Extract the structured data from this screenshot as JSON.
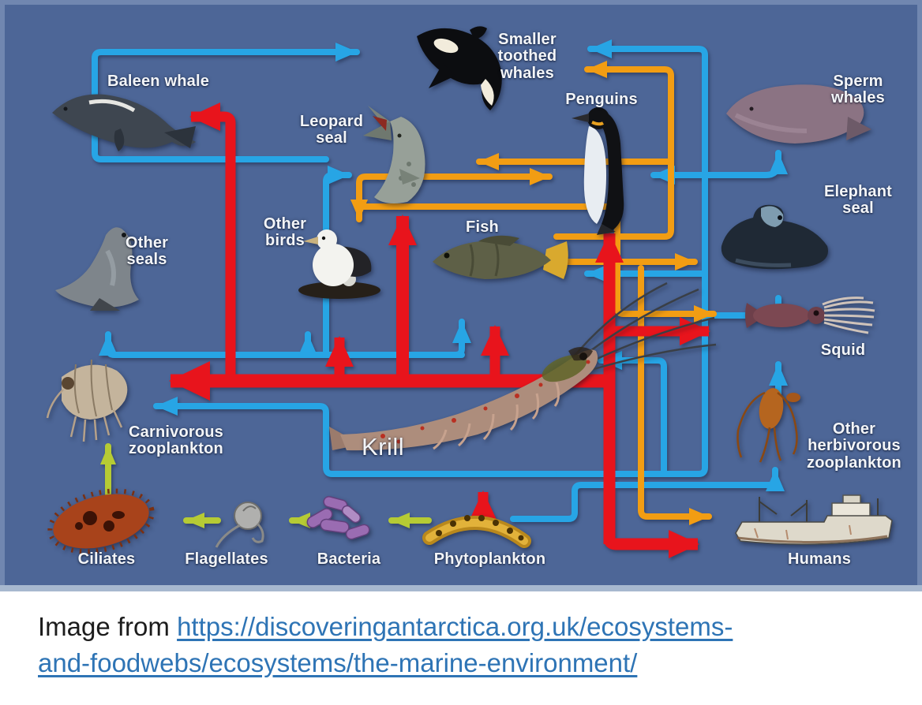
{
  "diagram": {
    "background_color": "#4d6697",
    "arrow_colors": {
      "krill_flow": "#e8141c",
      "blue_flow": "#27a5e5",
      "orange_flow": "#f29d13",
      "microbial_loop": "#b6cb34"
    },
    "nodes": {
      "baleen_whale": {
        "label": "Baleen whale"
      },
      "smaller_toothed_whales": {
        "label": "Smaller\ntoothed\nwhales"
      },
      "penguins": {
        "label": "Penguins"
      },
      "sperm_whales": {
        "label": "Sperm\nwhales"
      },
      "elephant_seal": {
        "label": "Elephant\nseal"
      },
      "leopard_seal": {
        "label": "Leopard\nseal"
      },
      "other_seals": {
        "label": "Other\nseals"
      },
      "other_birds": {
        "label": "Other\nbirds"
      },
      "fish": {
        "label": "Fish"
      },
      "squid": {
        "label": "Squid"
      },
      "krill": {
        "label": "Krill"
      },
      "carnivorous_zooplankton": {
        "label": "Carnivorous\nzooplankton"
      },
      "other_herbivorous_zooplankton": {
        "label": "Other\nherbivorous\nzooplankton"
      },
      "ciliates": {
        "label": "Ciliates"
      },
      "flagellates": {
        "label": "Flagellates"
      },
      "bacteria": {
        "label": "Bacteria"
      },
      "phytoplankton": {
        "label": "Phytoplankton"
      },
      "humans": {
        "label": "Humans"
      }
    },
    "edges": [
      {
        "from": "phytoplankton",
        "to": "krill",
        "color": "red"
      },
      {
        "from": "krill",
        "to": "carnivorous_zooplankton",
        "color": "red"
      },
      {
        "from": "krill",
        "to": "baleen_whale",
        "color": "red"
      },
      {
        "from": "krill",
        "to": "other_seals",
        "color": "red"
      },
      {
        "from": "krill",
        "to": "other_birds",
        "color": "red"
      },
      {
        "from": "krill",
        "to": "leopard_seal",
        "color": "red"
      },
      {
        "from": "krill",
        "to": "fish",
        "color": "red"
      },
      {
        "from": "krill",
        "to": "penguins",
        "color": "red"
      },
      {
        "from": "krill",
        "to": "squid",
        "color": "red"
      },
      {
        "from": "krill",
        "to": "humans",
        "color": "red"
      },
      {
        "from": "baleen_whale",
        "to": "smaller_toothed_whales",
        "color": "blue"
      },
      {
        "from": "squid",
        "to": "smaller_toothed_whales",
        "color": "blue"
      },
      {
        "from": "squid",
        "to": "penguins",
        "color": "blue"
      },
      {
        "from": "squid",
        "to": "sperm_whales",
        "color": "blue"
      },
      {
        "from": "squid",
        "to": "elephant_seal",
        "color": "blue"
      },
      {
        "from": "other_herbivorous_zooplankton",
        "to": "squid",
        "color": "blue"
      },
      {
        "from": "phytoplankton",
        "to": "other_herbivorous_zooplankton",
        "color": "blue"
      },
      {
        "from": "other_herbivorous_zooplankton",
        "to": "fish",
        "color": "blue"
      },
      {
        "from": "other_herbivorous_zooplankton",
        "to": "krill",
        "color": "blue"
      },
      {
        "from": "other_herbivorous_zooplankton",
        "to": "carnivorous_zooplankton",
        "color": "blue"
      },
      {
        "from": "fish",
        "to": "other_seals",
        "color": "blue"
      },
      {
        "from": "squid",
        "to": "other_birds",
        "color": "blue"
      },
      {
        "from": "fish",
        "to": "leopard_seal",
        "color": "blue"
      },
      {
        "from": "fish",
        "to": "smaller_toothed_whales",
        "color": "orange"
      },
      {
        "from": "fish",
        "to": "leopard_seal",
        "color": "orange"
      },
      {
        "from": "fish",
        "to": "penguins",
        "color": "orange"
      },
      {
        "from": "fish",
        "to": "other_birds",
        "color": "orange"
      },
      {
        "from": "fish",
        "to": "squid",
        "color": "orange"
      },
      {
        "from": "fish",
        "to": "elephant_seal",
        "color": "orange"
      },
      {
        "from": "fish",
        "to": "humans",
        "color": "orange"
      },
      {
        "from": "phytoplankton",
        "to": "bacteria",
        "color": "green"
      },
      {
        "from": "bacteria",
        "to": "flagellates",
        "color": "green"
      },
      {
        "from": "flagellates",
        "to": "ciliates",
        "color": "green"
      },
      {
        "from": "ciliates",
        "to": "carnivorous_zooplankton",
        "color": "green"
      }
    ]
  },
  "caption": {
    "prefix": "Image from ",
    "link_line1": "https://discoveringantarctica.org.uk/ecosystems-",
    "link_line2": "and-foodwebs/ecosystems/the-marine-environment/",
    "link_color": "#2e74b5"
  }
}
